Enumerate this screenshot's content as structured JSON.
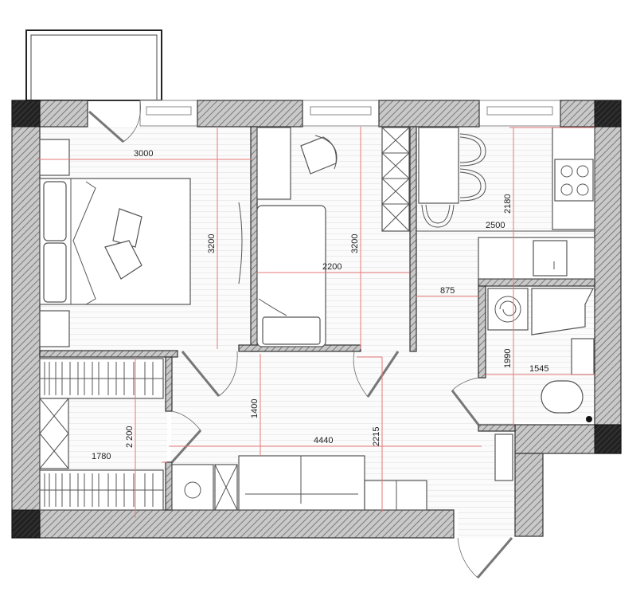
{
  "plan": {
    "type": "apartment floor plan",
    "colors": {
      "wall_fill": "#b5b5b5",
      "column_fill": "#1a1a1a",
      "dimension_line": "#e77a7a",
      "text": "#222222"
    },
    "rooms": [
      {
        "name": "bedroom",
        "width_label": "3000",
        "height_label": "3200"
      },
      {
        "name": "children-room",
        "width_label": "2200",
        "height_label": "3200"
      },
      {
        "name": "kitchen",
        "width_label": "2500",
        "height_label": "2180"
      },
      {
        "name": "bathroom",
        "width_label": "1545",
        "height_label": "1990"
      },
      {
        "name": "walk-in-closet",
        "width_label": "1780",
        "height_label": "2 200"
      },
      {
        "name": "hallway",
        "width_label": "4440",
        "height_label": "2215"
      }
    ],
    "dimensions": {
      "bedroom_w": "3000",
      "bedroom_h": "3200",
      "child_w": "2200",
      "child_h": "3200",
      "kitchen_w": "2500",
      "kitchen_h": "2180",
      "kitchen_gap": "875",
      "bath_w": "1545",
      "bath_h": "1990",
      "closet_w": "1780",
      "closet_h": "2 200",
      "hall_w": "4440",
      "hall_h": "2215",
      "corridor_h": "1400"
    }
  }
}
